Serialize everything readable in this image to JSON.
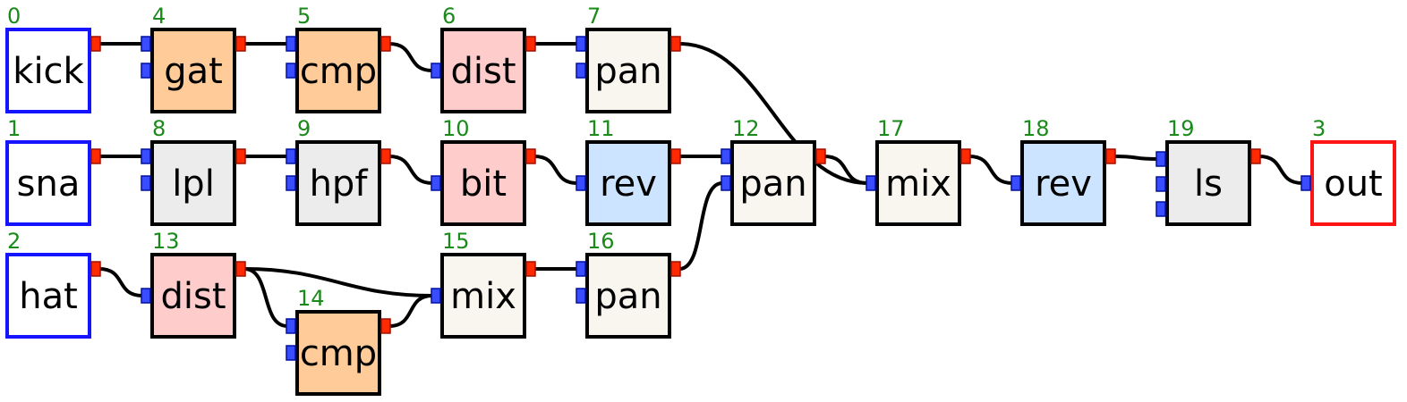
{
  "colors": {
    "input_border": "#1414ff",
    "output_border": "#ff1414",
    "node_border": "#000000",
    "index_text": "#1a8a1a",
    "in_port": "#3a4cff",
    "out_port": "#ff2a00",
    "wire": "#000000",
    "fill_io": "#ffffff",
    "fill_dynamics": "#ffcc99",
    "fill_distortion": "#ffcccc",
    "fill_space": "#f8f6ee",
    "fill_filter": "#ececec",
    "fill_reverb": "#cce4ff"
  },
  "nodes": [
    {
      "id": "0",
      "label": "kick",
      "kind": "input",
      "inputs": 0,
      "fill": "fill_io"
    },
    {
      "id": "4",
      "label": "gat",
      "kind": "effect",
      "inputs": 2,
      "fill": "fill_dynamics"
    },
    {
      "id": "5",
      "label": "cmp",
      "kind": "effect",
      "inputs": 2,
      "fill": "fill_dynamics"
    },
    {
      "id": "6",
      "label": "dist",
      "kind": "effect",
      "inputs": 1,
      "fill": "fill_distortion"
    },
    {
      "id": "7",
      "label": "pan",
      "kind": "effect",
      "inputs": 2,
      "fill": "fill_space"
    },
    {
      "id": "1",
      "label": "sna",
      "kind": "input",
      "inputs": 0,
      "fill": "fill_io"
    },
    {
      "id": "8",
      "label": "lpl",
      "kind": "effect",
      "inputs": 2,
      "fill": "fill_filter"
    },
    {
      "id": "9",
      "label": "hpf",
      "kind": "effect",
      "inputs": 2,
      "fill": "fill_filter"
    },
    {
      "id": "10",
      "label": "bit",
      "kind": "effect",
      "inputs": 1,
      "fill": "fill_distortion"
    },
    {
      "id": "11",
      "label": "rev",
      "kind": "effect",
      "inputs": 1,
      "fill": "fill_reverb"
    },
    {
      "id": "12",
      "label": "pan",
      "kind": "effect",
      "inputs": 2,
      "fill": "fill_space"
    },
    {
      "id": "17",
      "label": "mix",
      "kind": "effect",
      "inputs": 1,
      "fill": "fill_space"
    },
    {
      "id": "18",
      "label": "rev",
      "kind": "effect",
      "inputs": 1,
      "fill": "fill_reverb"
    },
    {
      "id": "19",
      "label": "ls",
      "kind": "effect",
      "inputs": 3,
      "fill": "fill_filter"
    },
    {
      "id": "3",
      "label": "out",
      "kind": "output",
      "inputs": 1,
      "fill": "fill_io"
    },
    {
      "id": "2",
      "label": "hat",
      "kind": "input",
      "inputs": 0,
      "fill": "fill_io"
    },
    {
      "id": "13",
      "label": "dist",
      "kind": "effect",
      "inputs": 1,
      "fill": "fill_distortion"
    },
    {
      "id": "14",
      "label": "cmp",
      "kind": "effect",
      "inputs": 2,
      "fill": "fill_dynamics"
    },
    {
      "id": "15",
      "label": "mix",
      "kind": "effect",
      "inputs": 1,
      "fill": "fill_space"
    },
    {
      "id": "16",
      "label": "pan",
      "kind": "effect",
      "inputs": 2,
      "fill": "fill_space"
    }
  ],
  "edges": [
    {
      "from": "0",
      "to": "4",
      "port": 0
    },
    {
      "from": "4",
      "to": "5",
      "port": 0
    },
    {
      "from": "5",
      "to": "6",
      "port": 0
    },
    {
      "from": "6",
      "to": "7",
      "port": 0
    },
    {
      "from": "7",
      "to": "17",
      "port": 0
    },
    {
      "from": "1",
      "to": "8",
      "port": 0
    },
    {
      "from": "8",
      "to": "9",
      "port": 0
    },
    {
      "from": "9",
      "to": "10",
      "port": 0
    },
    {
      "from": "10",
      "to": "11",
      "port": 0
    },
    {
      "from": "11",
      "to": "12",
      "port": 0
    },
    {
      "from": "12",
      "to": "17",
      "port": 0
    },
    {
      "from": "17",
      "to": "18",
      "port": 0
    },
    {
      "from": "18",
      "to": "19",
      "port": 0
    },
    {
      "from": "19",
      "to": "3",
      "port": 0
    },
    {
      "from": "2",
      "to": "13",
      "port": 0
    },
    {
      "from": "13",
      "to": "15",
      "port": 0
    },
    {
      "from": "13",
      "to": "14",
      "port": 0
    },
    {
      "from": "14",
      "to": "15",
      "port": 0
    },
    {
      "from": "15",
      "to": "16",
      "port": 0
    },
    {
      "from": "16",
      "to": "12",
      "port": 1
    }
  ]
}
